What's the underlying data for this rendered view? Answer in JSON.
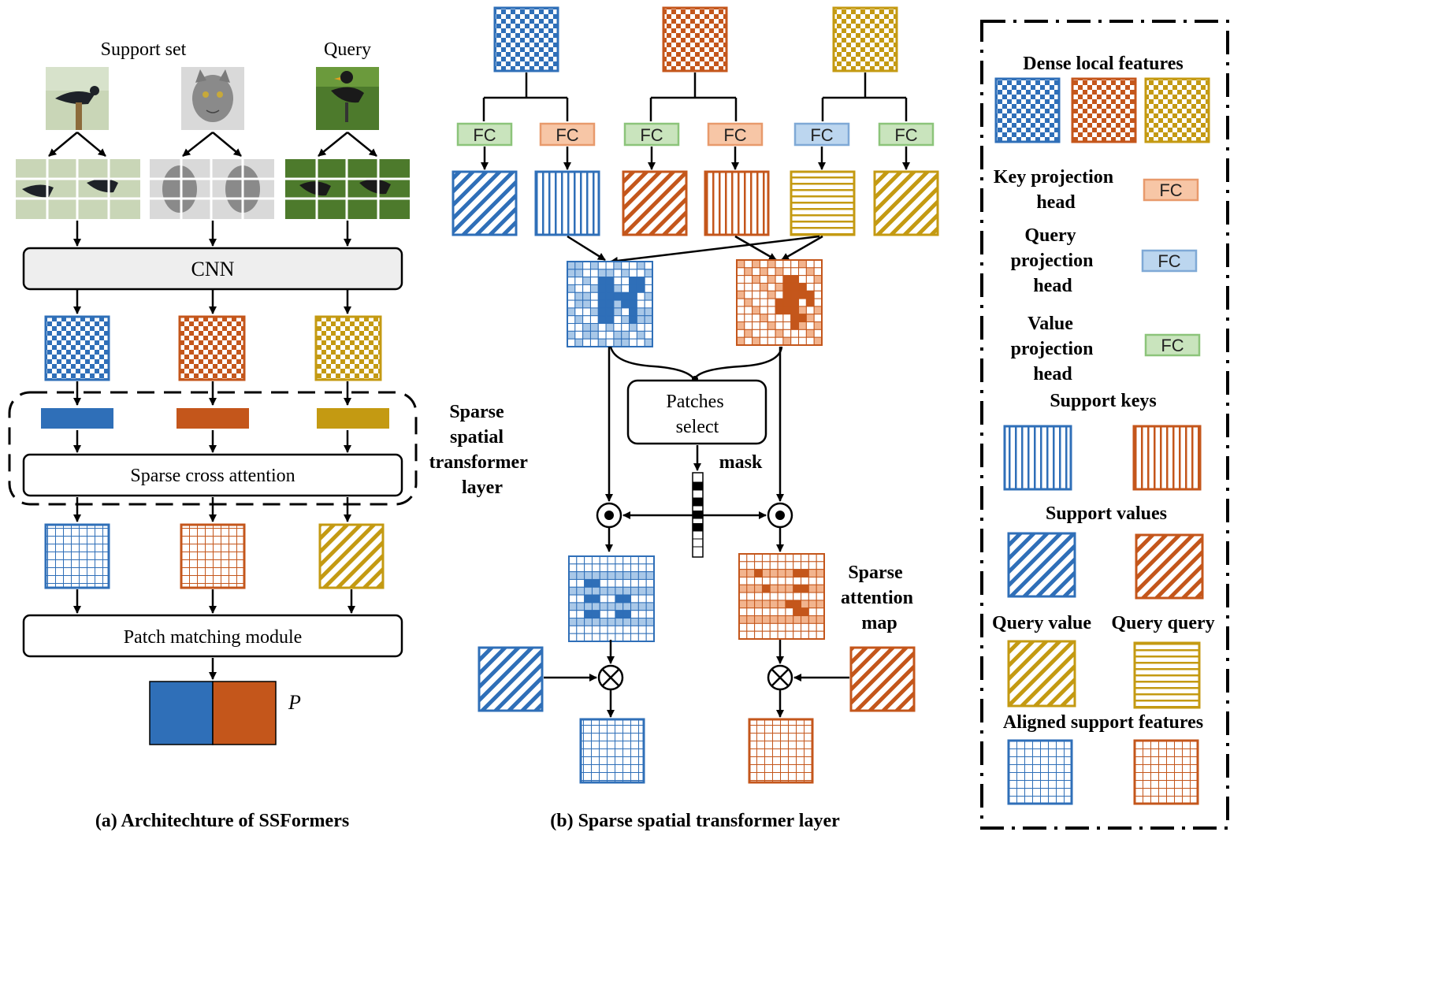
{
  "colors": {
    "blue": "#2f6fb8",
    "orange": "#c4561b",
    "gold": "#c49a12",
    "fc_value": "#c9e4bd",
    "fc_value_stroke": "#8cc47a",
    "fc_key": "#f7c6a6",
    "fc_key_stroke": "#e89a6c",
    "fc_query": "#bcd6ef",
    "fc_query_stroke": "#7fa9d6",
    "module_gray": "#eeeeee",
    "light_blue": "#a9c8e8",
    "light_orange": "#f2b48e"
  },
  "panel_a": {
    "support_set_label": "Support set",
    "query_label": "Query",
    "cnn_label": "CNN",
    "sparse_cross_attention_label": "Sparse cross attention",
    "sparse_spatial_transformer_layer_label": [
      "Sparse",
      "spatial",
      "transformer",
      "layer"
    ],
    "patch_matching_label": "Patch matching module",
    "p_label": "P",
    "caption": "(a) Architechture of SSFormers"
  },
  "panel_b": {
    "fc_labels": [
      "FC",
      "FC",
      "FC",
      "FC",
      "FC",
      "FC"
    ],
    "patches_select_label": [
      "Patches",
      "select"
    ],
    "mask_label": "mask",
    "sparse_attention_map_label": [
      "Sparse",
      "attention",
      "map"
    ],
    "caption": "(b) Sparse spatial transformer layer"
  },
  "legend": {
    "dense_local_features": "Dense local features",
    "key_projection_head": [
      "Key projection",
      "head"
    ],
    "query_projection_head": [
      "Query",
      "projection",
      "head"
    ],
    "value_projection_head": [
      "Value",
      "projection",
      "head"
    ],
    "fc_label": "FC",
    "support_keys": "Support keys",
    "support_values": "Support values",
    "query_value": "Query value",
    "query_query": "Query query",
    "aligned_support_features": "Aligned support features"
  }
}
